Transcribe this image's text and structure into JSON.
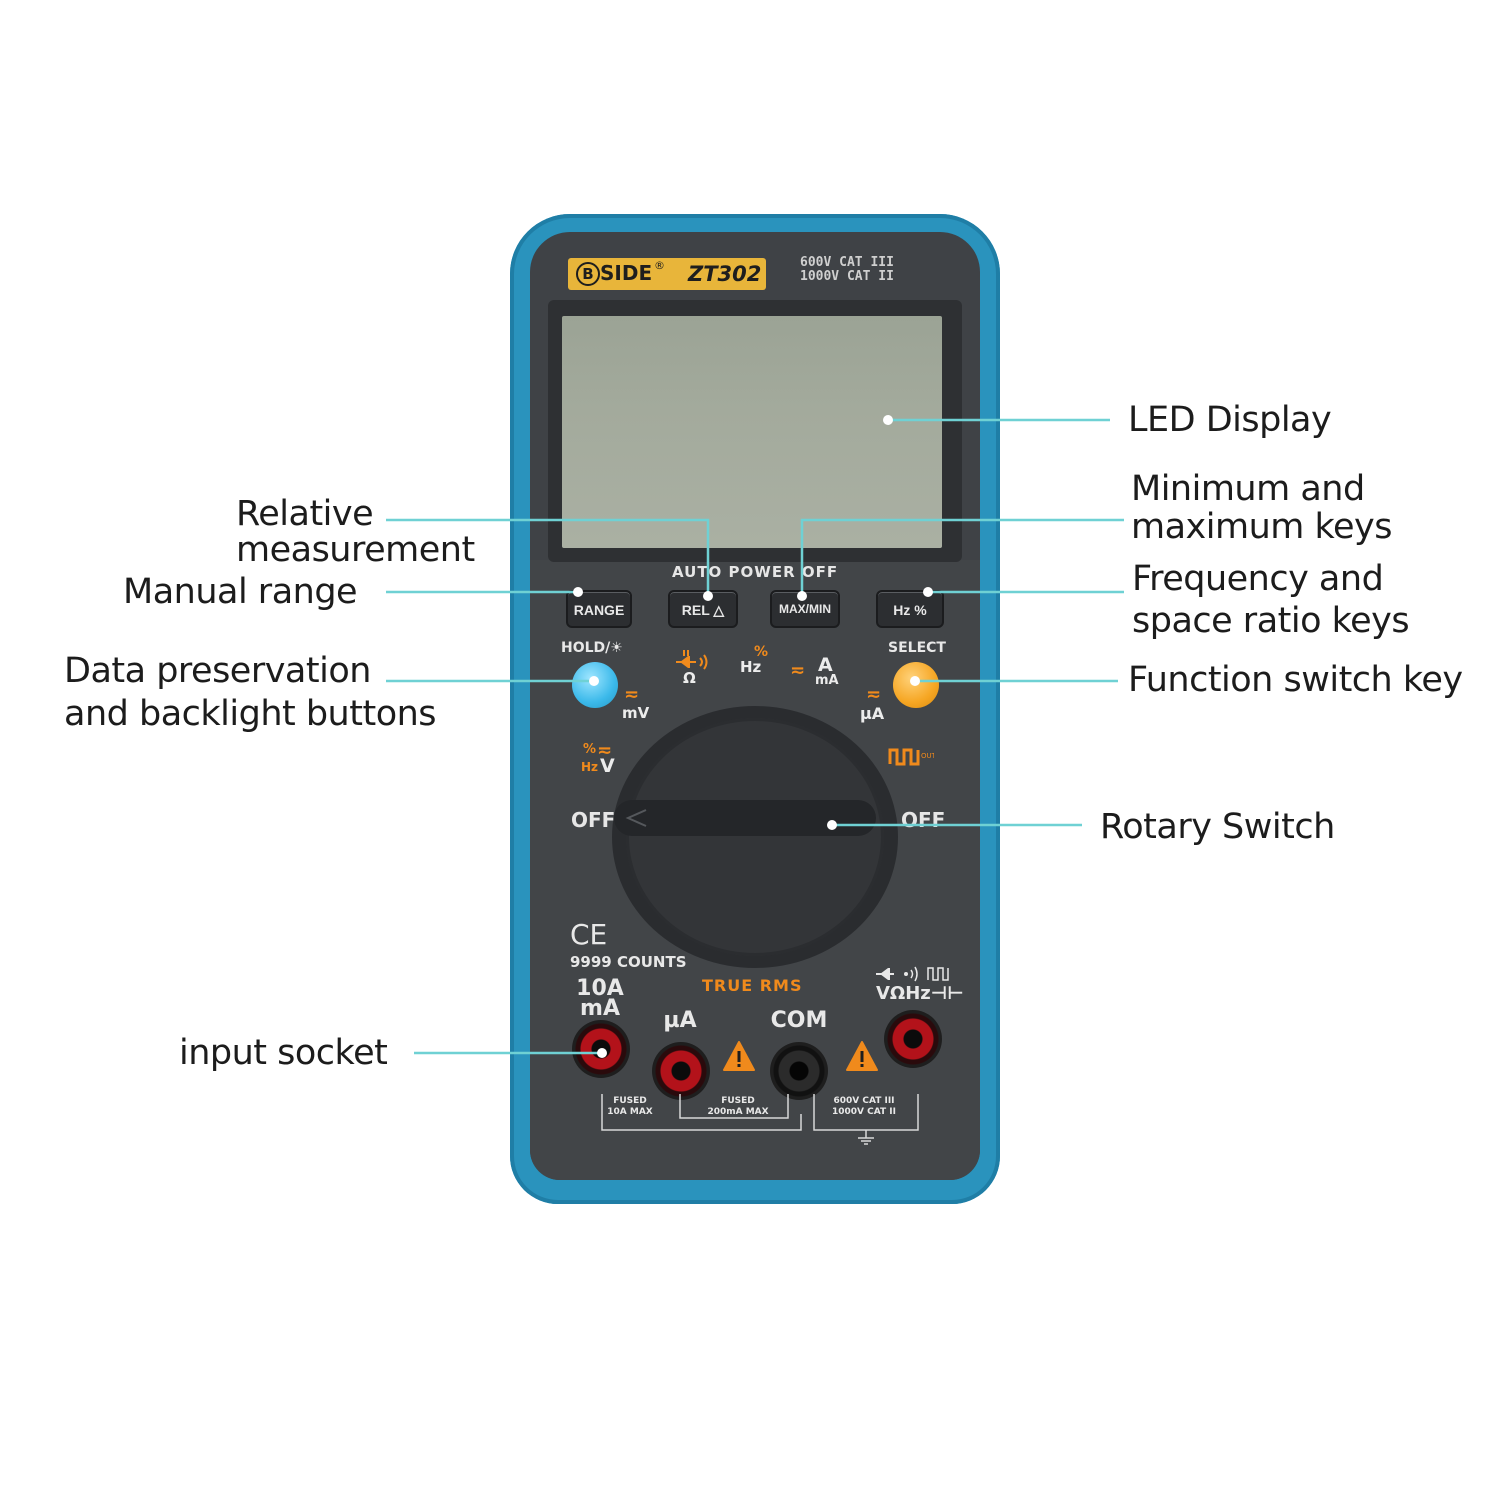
{
  "meter": {
    "brand_logo": "B",
    "brand_name": "SIDE",
    "registered_mark": "®",
    "model": "ZT302",
    "cat_rating_top": [
      "600V  CAT III",
      "1000V  CAT II"
    ],
    "auto_power_off": "AUTO POWER OFF",
    "keys": [
      "RANGE",
      "REL △",
      "MAX/MIN",
      "Hz %"
    ],
    "hold_label": "HOLD/☀",
    "select_label": "SELECT",
    "dial_symbols": {
      "ohm": "Ω",
      "hz": "Hz",
      "percent": "%",
      "amp": "A",
      "milliamp": "mA",
      "millivolt": "mV",
      "microamp": "µA",
      "volt": "V",
      "ac_dc": "≂"
    },
    "off_left": "OFF",
    "off_right": "OFF",
    "ce_mark": "CE",
    "counts": "9999 COUNTS",
    "true_rms": "TRUE RMS",
    "jacks": {
      "amps_label_1": "10A",
      "amps_label_2": "mA",
      "microamp_label": "µA",
      "com_label": "COM",
      "volt_label": "VΩHz⊣⊢",
      "fuse_10a": [
        "FUSED",
        "10A MAX"
      ],
      "fuse_200ma": [
        "FUSED",
        "200mA MAX"
      ],
      "cat_rating_bottom": [
        "600V  CAT III",
        "1000V  CAT II"
      ]
    },
    "colors": {
      "bumper": "#2a93bd",
      "panel": "#3f4246",
      "lcd": "#a3aa9c",
      "accent_orange": "#f08a1c",
      "hold_button": "#3bb9ea",
      "select_button": "#f6a623",
      "callout_line": "#6fd1d4"
    }
  },
  "callouts": {
    "led_display": "LED Display",
    "relative": [
      "Relative",
      "measurement"
    ],
    "min_max": [
      "Minimum and",
      "maximum keys"
    ],
    "manual_range": "Manual range",
    "frequency": [
      "Frequency and",
      "space ratio keys"
    ],
    "data_preservation": [
      "Data preservation",
      "and backlight buttons"
    ],
    "function_switch": "Function switch key",
    "rotary_switch": "Rotary Switch",
    "input_socket": "input socket"
  }
}
